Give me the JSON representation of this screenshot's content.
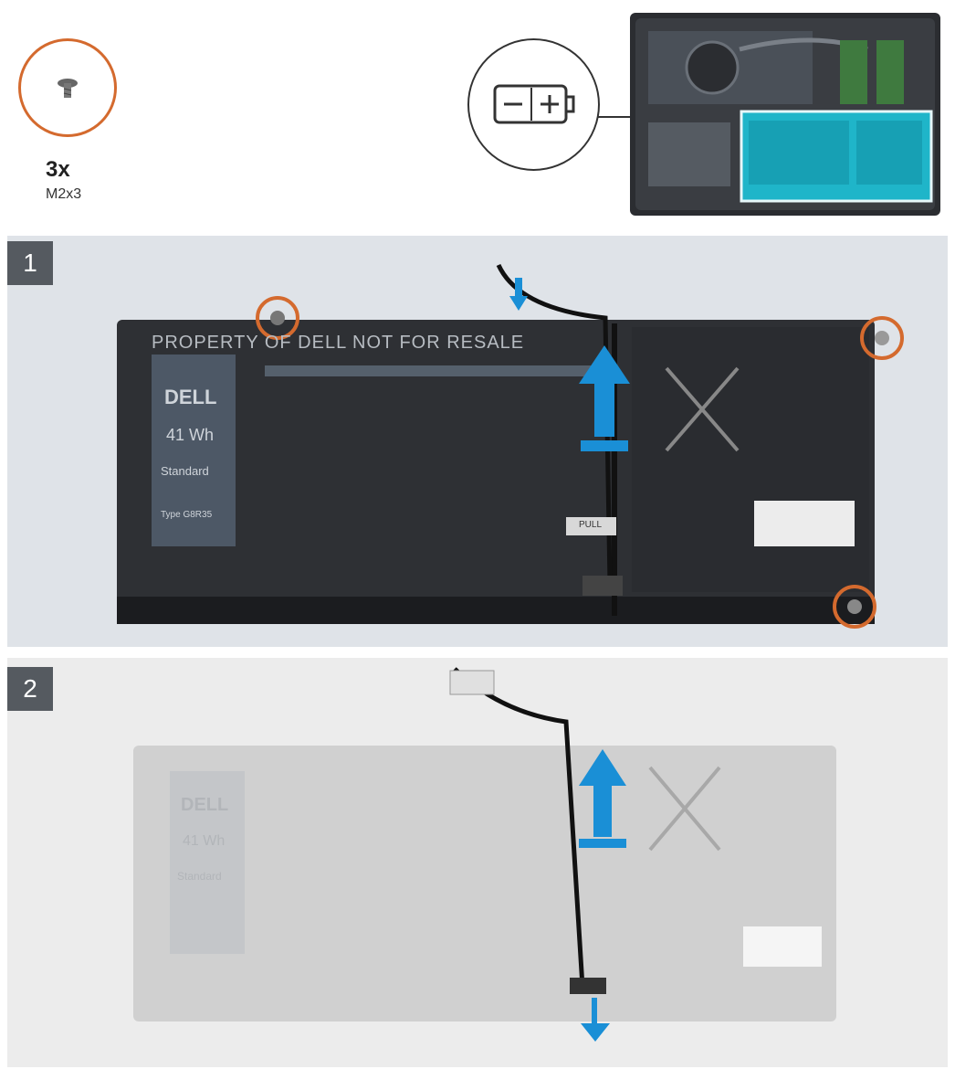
{
  "screw": {
    "quantity": "3x",
    "size": "M2x3",
    "icon": "screw-icon",
    "accent": "#d46a2e"
  },
  "battery_symbol": {
    "minus": "−",
    "plus": "+"
  },
  "steps": [
    {
      "number": "1",
      "property_text": "PROPERTY OF DELL NOT FOR RESALE",
      "brand": "DELL",
      "capacity": "41 Wh",
      "battery_type": "Standard",
      "type_code": "Type G8R35",
      "pull_tab": "PULL"
    },
    {
      "number": "2",
      "brand": "DELL",
      "capacity": "41 Wh",
      "battery_type": "Standard"
    }
  ],
  "colors": {
    "arrow": "#1a8fd6",
    "callout": "#d46a2e",
    "battery": "#2e3034",
    "cyan_highlight": "#1fb5c9"
  }
}
